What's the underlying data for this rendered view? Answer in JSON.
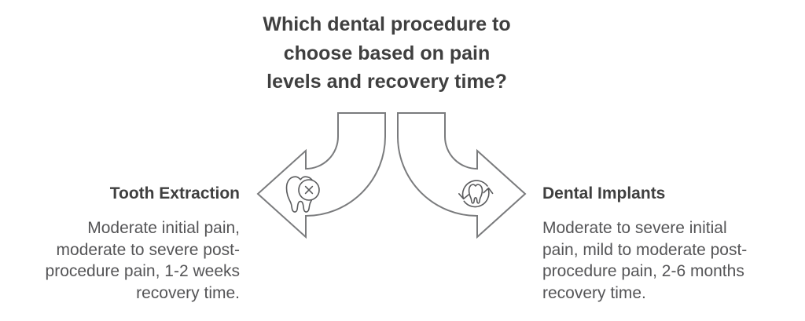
{
  "title": {
    "lines": [
      "Which dental procedure to",
      "choose based on pain",
      "levels and recovery time?"
    ]
  },
  "left_option": {
    "heading": "Tooth Extraction",
    "body": "Moderate initial pain, moderate to severe post-procedure pain, 1-2 weeks recovery time.",
    "body_lines": [
      "Moderate initial pain,",
      "moderate to severe post-",
      "procedure pain, 1-2 weeks",
      "recovery time."
    ]
  },
  "right_option": {
    "heading": "Dental Implants",
    "body": "Moderate to severe initial pain, mild to moderate post-procedure pain, 2-6 months recovery time.",
    "body_lines": [
      "Moderate to severe initial",
      "pain, mild to moderate post-",
      "procedure pain, 2-6 months",
      "recovery time."
    ]
  },
  "icons": {
    "left": "tooth-extraction-icon",
    "right": "tooth-replacement-cycle-icon"
  },
  "colors": {
    "background": "#ffffff",
    "title_text": "#3f3f3f",
    "heading_text": "#3f3f3f",
    "body_text": "#555557",
    "arrow_outline": "#7a7b7d",
    "icon_stroke": "#5a5b5d"
  }
}
